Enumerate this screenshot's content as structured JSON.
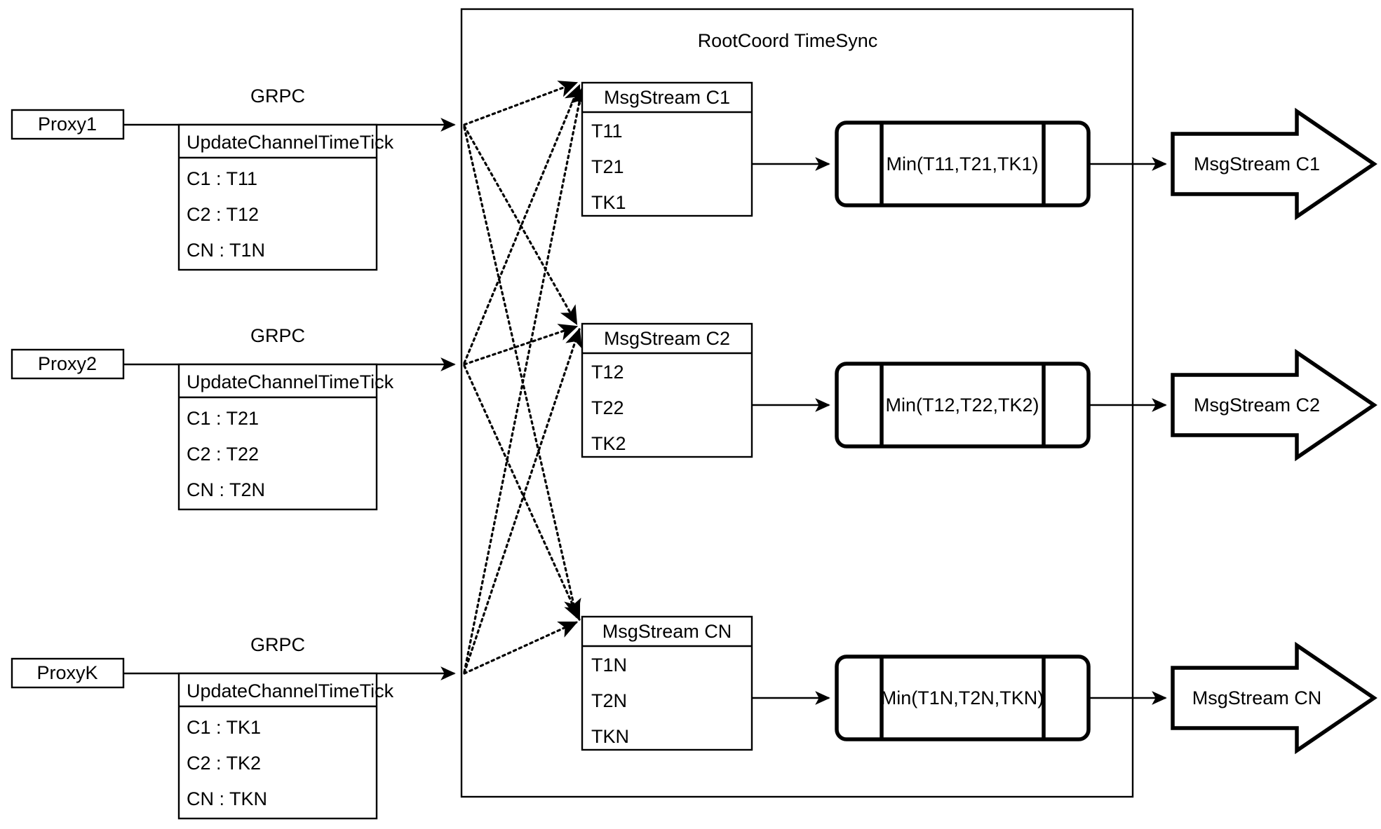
{
  "container": {
    "title": "RootCoord TimeSync"
  },
  "proxies": [
    {
      "name": "Proxy1",
      "link_label": "GRPC",
      "request_header": "UpdateChannelTimeTick",
      "rows": [
        "C1 :  T11",
        "C2 :  T12",
        "CN : T1N"
      ]
    },
    {
      "name": "Proxy2",
      "link_label": "GRPC",
      "request_header": "UpdateChannelTimeTick",
      "rows": [
        "C1 :  T21",
        "C2 :  T22",
        "CN : T2N"
      ]
    },
    {
      "name": "ProxyK",
      "link_label": "GRPC",
      "request_header": "UpdateChannelTimeTick",
      "rows": [
        "C1 :  TK1",
        "C2 :  TK2",
        "CN : TKN"
      ]
    }
  ],
  "channels": [
    {
      "stream_header": "MsgStream C1",
      "stream_rows": [
        "T11",
        "T21",
        "TK1"
      ],
      "min_label": "Min(T11,T21,TK1)",
      "output_label": "MsgStream C1"
    },
    {
      "stream_header": "MsgStream C2",
      "stream_rows": [
        "T12",
        "T22",
        "TK2"
      ],
      "min_label": "Min(T12,T22,TK2)",
      "output_label": "MsgStream C2"
    },
    {
      "stream_header": "MsgStream CN",
      "stream_rows": [
        "T1N",
        "T2N",
        "TKN"
      ],
      "min_label": "Min(T1N,T2N,TKN)",
      "output_label": "MsgStream CN"
    }
  ],
  "colors": {
    "stroke": "#000000",
    "background": "#ffffff"
  }
}
